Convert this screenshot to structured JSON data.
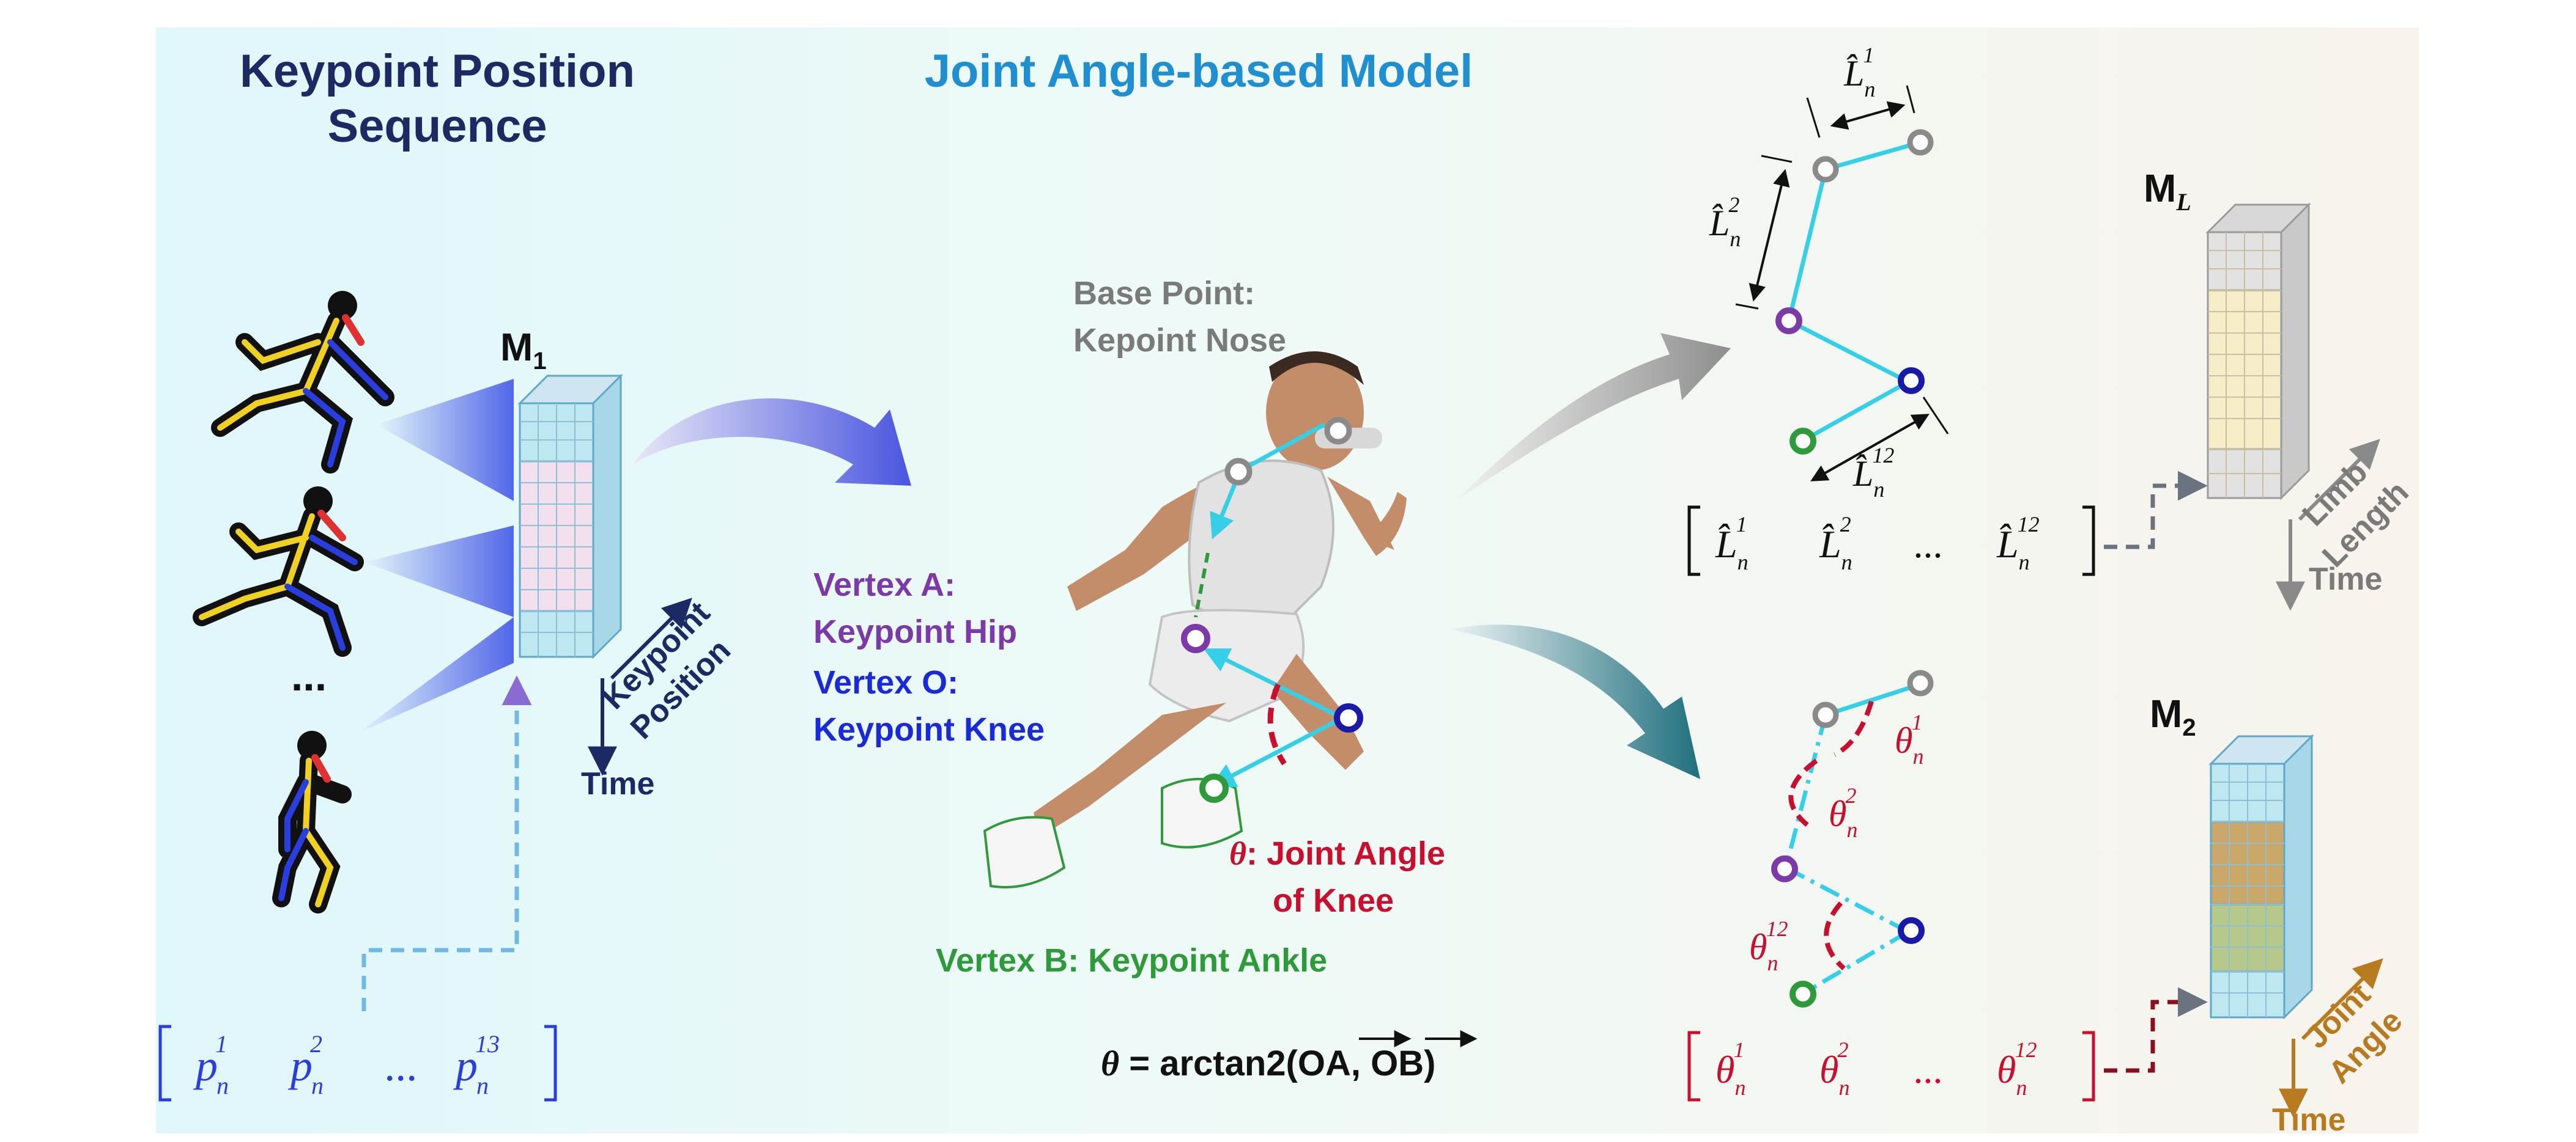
{
  "sections": {
    "left_title_line1": "Keypoint Position",
    "left_title_line2": "Sequence",
    "middle_title": "Joint Angle-based Model"
  },
  "left": {
    "matrix_label": "M",
    "matrix_subscript": "1",
    "axis_keypoint_position_1": "Keypoint",
    "axis_keypoint_position_2": "Position",
    "axis_time": "Time",
    "ellipsis": "...",
    "vector": {
      "base": "p",
      "sub": "n",
      "sup1": "1",
      "sup2": "2",
      "sup3": "13",
      "ellipsis": "..."
    }
  },
  "middle": {
    "base_point_1": "Base Point:",
    "base_point_2": "Kepoint Nose",
    "vertex_a_1": "Vertex A:",
    "vertex_a_2": "Keypoint Hip",
    "vertex_o_1": "Vertex O:",
    "vertex_o_2": "Keypoint Knee",
    "theta_symbol": "θ",
    "theta_label_1": ": Joint Angle",
    "theta_label_2": "of Knee",
    "vertex_b": "Vertex B: Keypoint Ankle",
    "formula_theta": "θ",
    "formula_rest": " = arctan2(",
    "formula_oa": "OA",
    "formula_comma": ", ",
    "formula_ob": "OB",
    "formula_close": ")"
  },
  "right_top": {
    "L_base": "L̂",
    "sub": "n",
    "sup1": "1",
    "sup2": "2",
    "sup12": "12",
    "ellipsis": "...",
    "matrix_label": "M",
    "matrix_subscript": "L",
    "axis_limb_1": "Limb",
    "axis_limb_2": "Length",
    "axis_time": "Time"
  },
  "right_bottom": {
    "theta_base": "θ",
    "sub": "n",
    "sup1": "1",
    "sup2": "2",
    "sup12": "12",
    "ellipsis": "...",
    "matrix_label": "M",
    "matrix_subscript": "2",
    "axis_joint_1": "Joint",
    "axis_joint_2": "Angle",
    "axis_time": "Time"
  },
  "colors": {
    "navy": "#1b2a63",
    "blue_title": "#1f8fd0",
    "gray_label": "#7a7a7a",
    "purple": "#7b3aa8",
    "blue_vertex": "#1a2ad8",
    "red": "#c8102e",
    "green": "#2e9a3a",
    "cyan": "#35d0e8",
    "gold": "#b87a1e"
  }
}
